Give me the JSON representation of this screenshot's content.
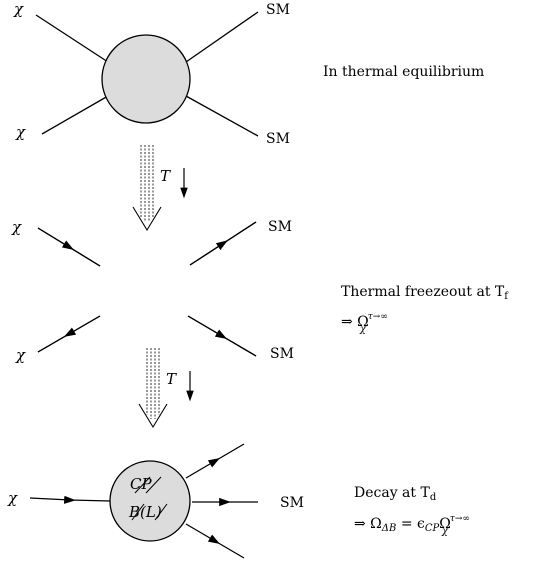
{
  "labels": {
    "chi": "χ",
    "sm": "SM",
    "temperature": "T",
    "arrow_down": "↓",
    "cp_violation": "CP",
    "b_l_violation": "B(L)"
  },
  "captions": {
    "stage1": "In thermal equilibrium",
    "stage2_line1": "Thermal freezeout at T",
    "stage2_line1_sub": "f",
    "stage2_line2": "⇒ Ω",
    "stage2_line2_sub": "χ",
    "stage2_line2_sup": "τ→∞",
    "stage3_line1": "Decay at T",
    "stage3_line1_sub": "d",
    "stage3_line2": "⇒ Ω",
    "stage3_line2_sub1": "ΔB",
    "stage3_line2_mid": " = ϵ",
    "stage3_line2_sub2": "CP",
    "stage3_line2_mid2": "Ω",
    "stage3_line2_sub3": "χ",
    "stage3_line2_sup": "τ→∞"
  },
  "colors": {
    "blob_fill": "#dcdcdc",
    "ink": "#000000"
  }
}
